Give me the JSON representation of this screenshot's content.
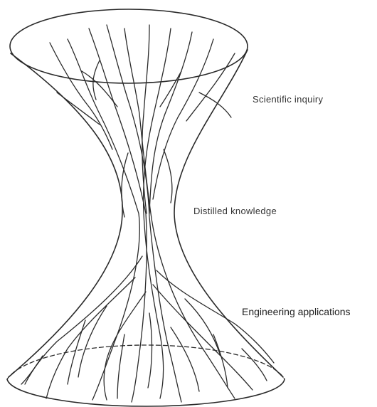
{
  "labels": {
    "top": "Scientific inquiry",
    "middle": "Distilled knowledge",
    "bottom": "Engineering applications"
  },
  "colors": {
    "ink": "#2a2a2a",
    "background": "#ffffff"
  }
}
